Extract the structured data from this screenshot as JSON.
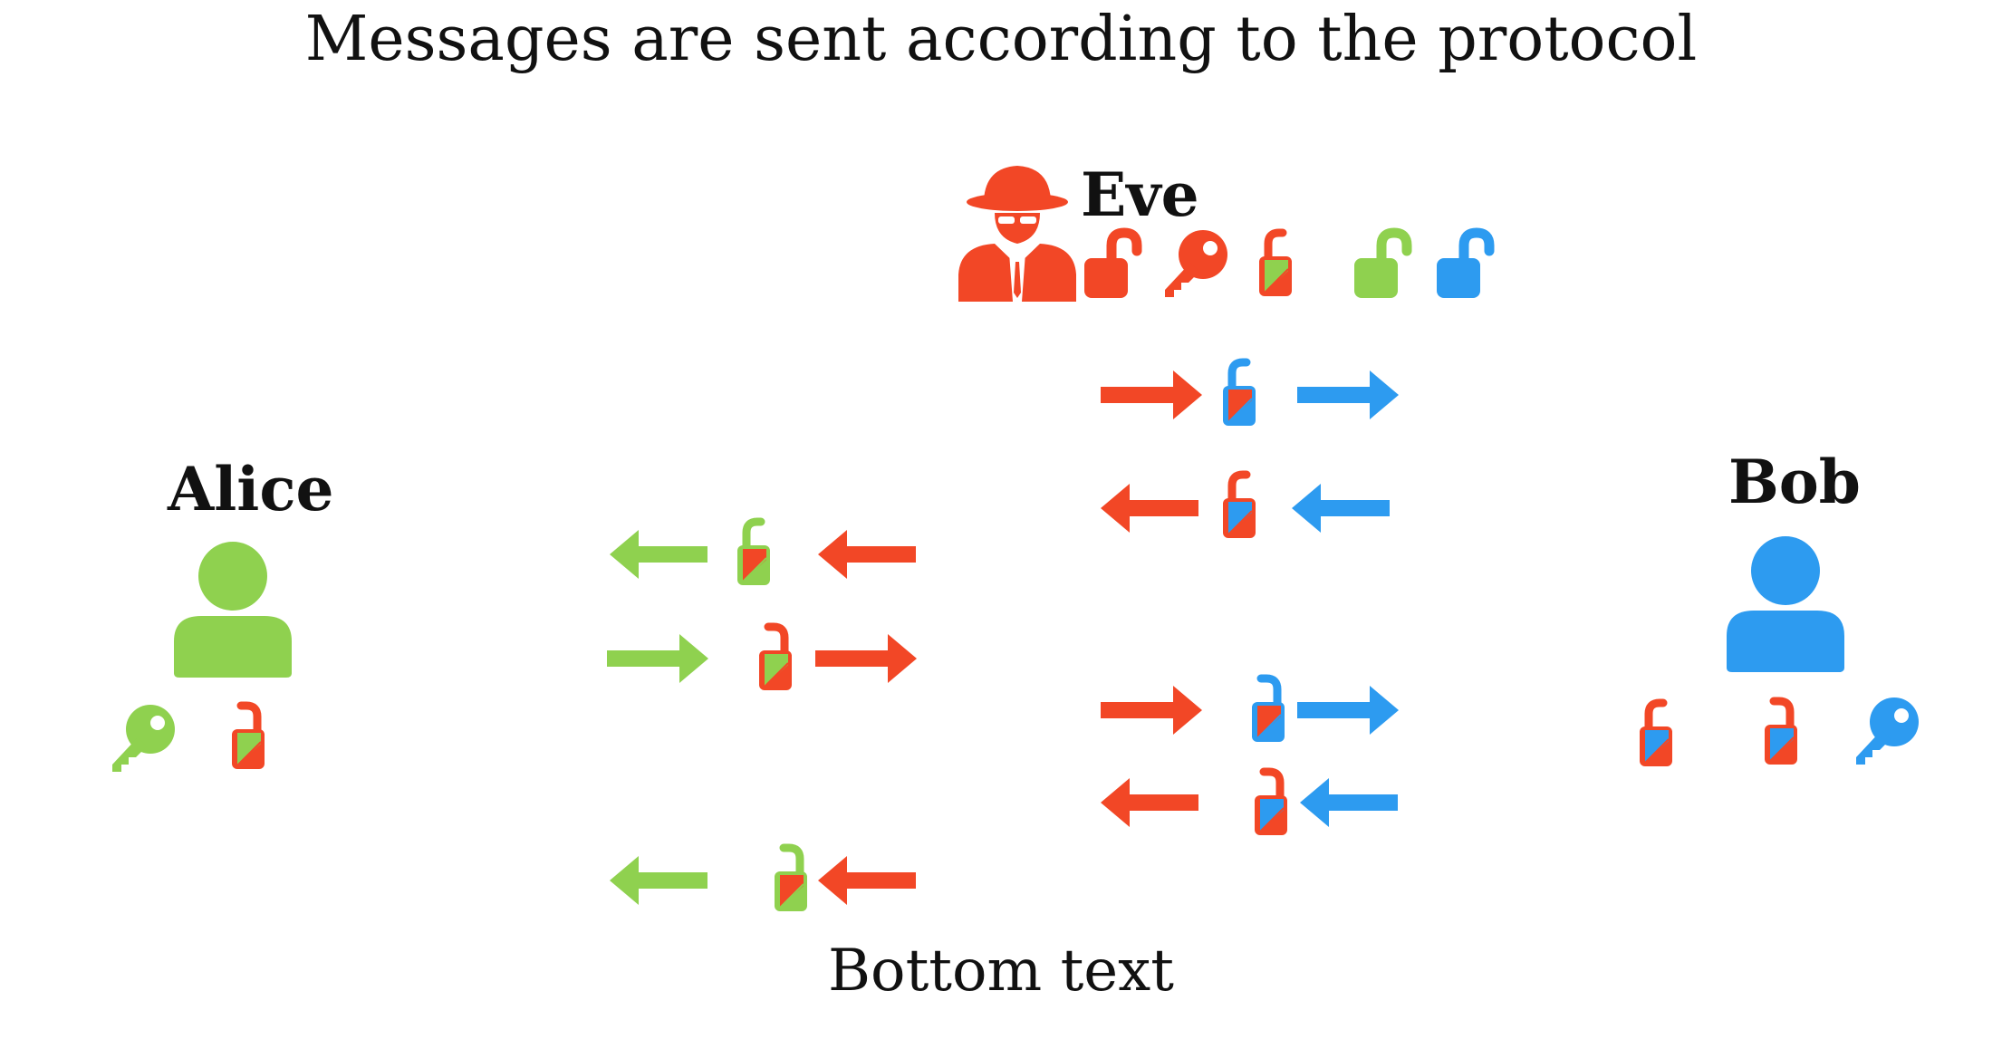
{
  "title": "Messages are sent according to the protocol",
  "footer": "Bottom text",
  "colors": {
    "alice": "#8fd14f",
    "eve": "#f24726",
    "bob": "#2d9bf0"
  },
  "actors": {
    "alice": {
      "name": "Alice",
      "icon": "user-icon",
      "items": [
        "key-icon",
        "padlock-icon"
      ]
    },
    "eve": {
      "name": "Eve",
      "icon": "spy-icon",
      "items": [
        "padlock-open-icon",
        "key-icon",
        "padlock-icon",
        "padlock-open-icon",
        "padlock-open-icon"
      ]
    },
    "bob": {
      "name": "Bob",
      "icon": "user-icon",
      "items": [
        "padlock-icon",
        "padlock-icon",
        "key-icon"
      ]
    }
  }
}
